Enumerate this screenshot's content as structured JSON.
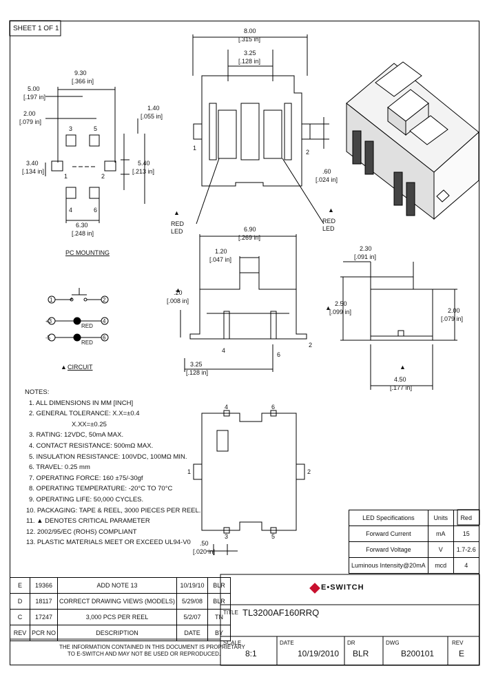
{
  "sheet": "SHEET 1 OF 1",
  "pcb": {
    "dim_width": "9.30",
    "dim_width_in": "[.366 in]",
    "dim_a": "5.00",
    "dim_a_in": "[.197 in]",
    "dim_b": "2.00",
    "dim_b_in": "[.079 in]",
    "dim_c": "1.40",
    "dim_c_in": "[.055 in]",
    "dim_d": "3.40",
    "dim_d_in": "[.134 in]",
    "dim_e": "5.40",
    "dim_e_in": "[.213 in]",
    "dim_f": "6.30",
    "dim_f_in": "[.248 in]",
    "pads": [
      "3",
      "5",
      "1",
      "2",
      "4",
      "6"
    ],
    "title": "PC MOUNTING"
  },
  "top_view": {
    "dim_width": "8.00",
    "dim_width_in": "[.315 in]",
    "dim_button": "3.25",
    "dim_button_in": "[.128 in]",
    "dim_gap": ".60",
    "dim_gap_in": "[.024 in]",
    "pin1": "1",
    "pin2": "2",
    "red_led": "RED\nLED",
    "red_led_r": "RED\nLED"
  },
  "side_view": {
    "dim_width": "6.90",
    "dim_width_in": "[.269 in]",
    "dim_act": "1.20",
    "dim_act_in": "[.047 in]",
    "dim_h": ".20",
    "dim_h_in": "[.008 in]",
    "dim_pitch": "3.25",
    "dim_pitch_in": "[.128 in]",
    "pins": [
      "4",
      "6",
      "2"
    ]
  },
  "end_view": {
    "dim_w": "2.30",
    "dim_w_in": "[.091 in]",
    "dim_h": "2.50",
    "dim_h_in": "[.099 in]",
    "dim_h2": "2.00",
    "dim_h2_in": "[.079 in]",
    "dim_len": "4.50",
    "dim_len_in": "[.177 in]"
  },
  "bottom_view": {
    "pins": [
      "4",
      "6",
      "1",
      "2",
      "3",
      "5"
    ],
    "dim": ".50",
    "dim_in": "[.020 in]"
  },
  "circuit": {
    "title": "CIRCUIT",
    "nodes": [
      "1",
      "2",
      "+3",
      "4",
      "-5",
      "6"
    ],
    "red1": "RED",
    "red2": "RED"
  },
  "notes": {
    "title": "NOTES:",
    "items": [
      "1. ALL DIMENSIONS IN MM [INCH]",
      "2. GENERAL TOLERANCE: X.X=±0.4",
      "X.XX=±0.25",
      "3. RATING: 12VDC, 50mA MAX.",
      "4. CONTACT RESISTANCE: 500mΩ MAX.",
      "5. INSULATION RESISTANCE: 100VDC, 100MΩ MIN.",
      "6. TRAVEL: 0.25 mm",
      "7. OPERATING FORCE: 160 ±75/-30gf",
      "8. OPERATING TEMPERATURE: -20°C TO 70°C",
      "9. OPERATING LIFE: 50,000 CYCLES.",
      "10. PACKAGING: TAPE & REEL, 3000 PIECES PER REEL.",
      "11. ▲ DENOTES CRITICAL PARAMETER",
      "12. 2002/95/EC (ROHS) COMPLIANT",
      "13. PLASTIC MATERIALS MEET OR EXCEED UL94-V0"
    ]
  },
  "led_table": {
    "headers": [
      "LED Specifications",
      "Units",
      "Red"
    ],
    "rows": [
      [
        "Forward Current",
        "mA",
        "15"
      ],
      [
        "Forward Voltage",
        "V",
        "1.7-2.6"
      ],
      [
        "Luminous Intensity@20mA",
        "mcd",
        "4"
      ]
    ]
  },
  "revisions": {
    "rows": [
      [
        "E",
        "19366",
        "ADD NOTE 13",
        "10/19/10",
        "BLR"
      ],
      [
        "D",
        "18117",
        "CORRECT DRAWING VIEWS (MODELS)",
        "5/29/08",
        "BLR"
      ],
      [
        "C",
        "17247",
        "3,000 PCS PER REEL",
        "5/2/07",
        "TN"
      ]
    ],
    "headers": [
      "REV",
      "PCR NO",
      "DESCRIPTION",
      "DATE",
      "BY"
    ],
    "disclaimer1": "THE INFORMATION CONTAINED IN THIS DOCUMENT IS PROPRIETARY",
    "disclaimer2": "TO E-SWITCH AND MAY NOT BE USED OR REPRODUCED."
  },
  "title_block": {
    "logo": "E•SWITCH",
    "title_label": "TITLE",
    "title": "TL3200AF160RRQ",
    "scale_label": "SCALE",
    "scale": "8:1",
    "date_label": "DATE",
    "date": "10/19/2010",
    "dr_label": "DR",
    "dr": "BLR",
    "dwg_label": "DWG",
    "dwg": "B200101",
    "rev_label": "REV",
    "rev": "E"
  }
}
